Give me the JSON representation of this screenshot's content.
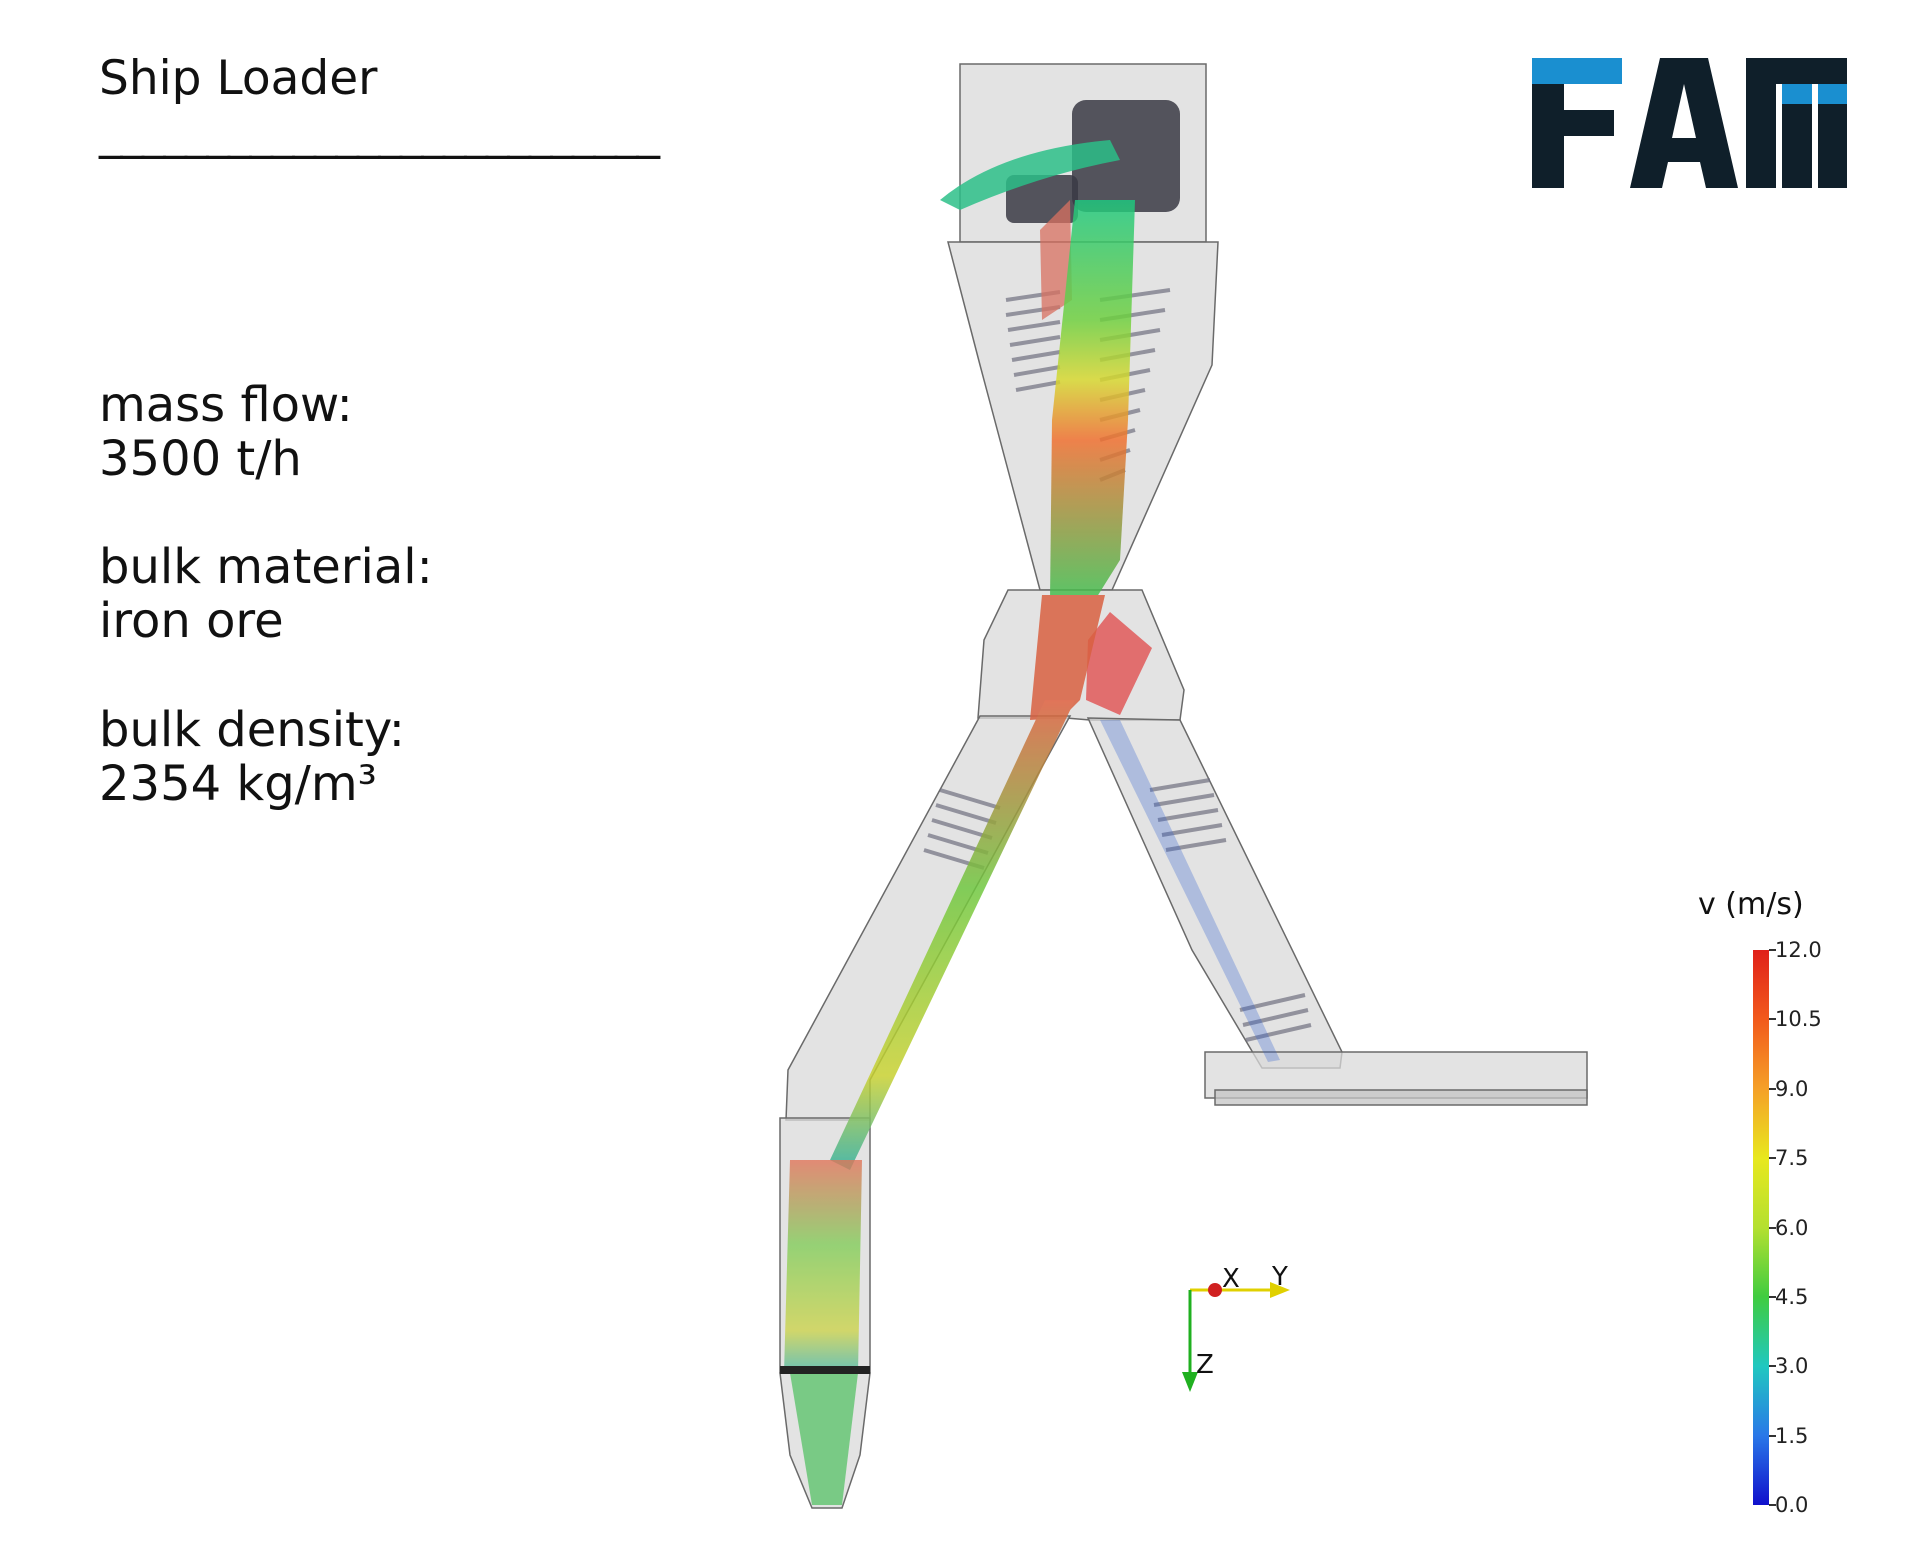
{
  "title": "Ship Loader",
  "title_underline": "__________________________",
  "info": {
    "mass_flow_label": "mass flow:",
    "mass_flow_value": "3500 t/h",
    "bulk_material_label": "bulk material:",
    "bulk_material_value": "iron ore",
    "bulk_density_label": "bulk density:",
    "bulk_density_value": "2354 kg/m³"
  },
  "logo": {
    "text": "FAM",
    "color_dark": "#0f1f2a",
    "color_accent": "#1a8fd0"
  },
  "legend": {
    "title": "v (m/s)",
    "ticks": [
      "12.0",
      "10.5",
      "9.0",
      "7.5",
      "6.0",
      "4.5",
      "3.0",
      "1.5",
      "0.0"
    ],
    "range": [
      0,
      12
    ]
  },
  "axes": {
    "x": "X",
    "y": "Y",
    "z": "Z"
  }
}
